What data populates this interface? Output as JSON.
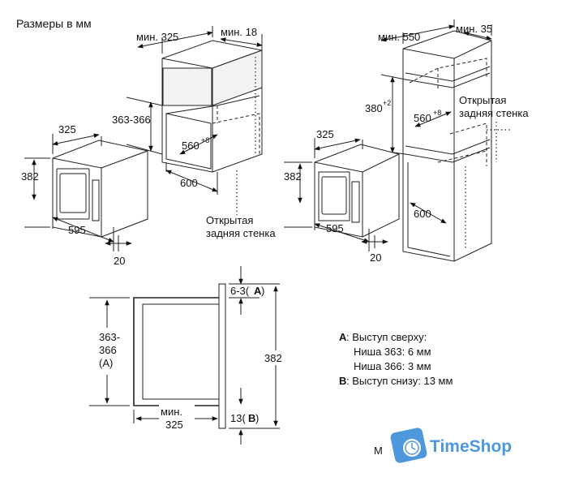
{
  "title": "Размеры в мм",
  "top_left": {
    "niche_width": "мин. 325",
    "niche_rear": "мин. 18",
    "niche_height": "363-366",
    "niche_depth_val": "560",
    "niche_depth_tol": "+8",
    "niche_front": "600",
    "open_back_line1": "Открытая",
    "open_back_line2": "задняя стенка",
    "oven_depth": "325",
    "oven_height": "382",
    "oven_width": "595",
    "oven_front": "20"
  },
  "top_right": {
    "niche_width": "мин. 550",
    "niche_rear": "мин. 35",
    "niche_height_val": "380",
    "niche_height_tol": "+2",
    "niche_depth_val": "560",
    "niche_depth_tol": "+8",
    "open_back_line1": "Открытая",
    "open_back_line2": "задняя стенка",
    "niche_front": "600",
    "oven_depth": "325",
    "oven_height": "382",
    "oven_width": "595",
    "oven_front": "20"
  },
  "side_view": {
    "gap_top": "6-3(",
    "gap_top_letter": "A",
    "gap_top_close": ")",
    "niche_height_line1": "363-",
    "niche_height_line2": "366",
    "niche_height_line3": "(A)",
    "total_height": "382",
    "min_depth_line1": "мин.",
    "min_depth_line2": "325",
    "gap_bottom": "13(",
    "gap_bottom_letter": "B",
    "gap_bottom_close": ")"
  },
  "notes": {
    "a_label": "A",
    "a_text": ": Выступ сверху:",
    "a_line2": "Ниша 363: 6 мм",
    "a_line3": "Ниша 366: 3 мм",
    "b_label": "B",
    "b_text": ": Выступ снизу: 13 мм"
  },
  "watermark": {
    "left_fragment": "М",
    "brand": "TimeShop",
    "brand_color": "#2f86d6"
  }
}
